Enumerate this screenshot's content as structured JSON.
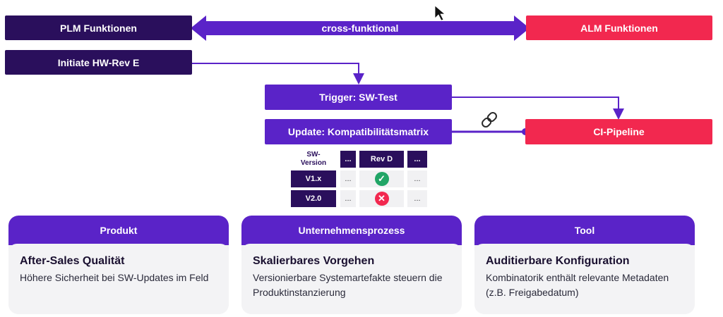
{
  "top": {
    "plm": "PLM Funktionen",
    "alm": "ALM Funktionen",
    "cross": "cross-funktional"
  },
  "flow": {
    "initiate": "Initiate HW-Rev E",
    "trigger": "Trigger: SW-Test",
    "update": "Update: Kompatibilitätsmatrix",
    "ci": "CI-Pipeline"
  },
  "matrix": {
    "corner": "SW-\nVersion",
    "headers": [
      "...",
      "Rev D",
      "..."
    ],
    "rows": [
      {
        "label": "V1.x",
        "left": "...",
        "status": "check",
        "right": "..."
      },
      {
        "label": "V2.0",
        "left": "...",
        "status": "cross",
        "right": "..."
      }
    ]
  },
  "cards": [
    {
      "head": "Produkt",
      "title": "After-Sales Qualität",
      "text": "Höhere Sicherheit bei SW-Updates im Feld"
    },
    {
      "head": "Unternehmensprozess",
      "title": "Skalierbares Vorgehen",
      "text": "Versionierbare Systemartefakte steuern die Produktinstanzierung"
    },
    {
      "head": "Tool",
      "title": "Auditierbare Konfiguration",
      "text": "Kombinatorik enthält relevante Metadaten (z.B. Freigabedatum)"
    }
  ],
  "colors": {
    "dark": "#2a0f5c",
    "purple": "#5a23c8",
    "red": "#f2284f",
    "green": "#21a566"
  }
}
